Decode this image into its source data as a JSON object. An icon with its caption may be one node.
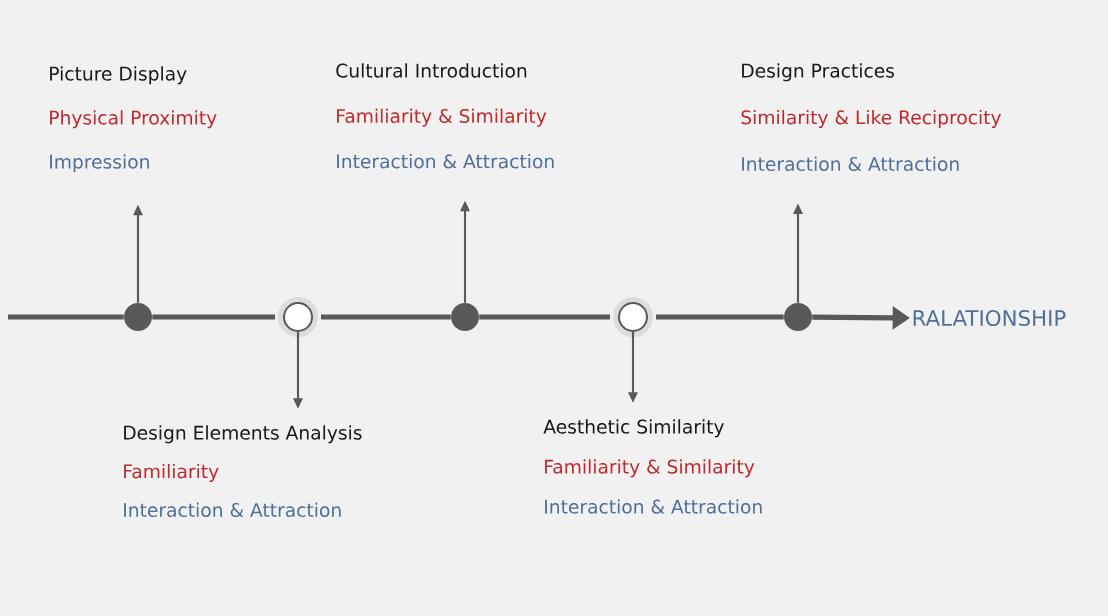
{
  "diagram": {
    "nodes": [
      {
        "text": [
          "Picture Display",
          "Physical Proximity",
          "Impression"
        ]
      },
      {
        "text": [
          "Cultural Introduction",
          "Familiarity & Similarity",
          "Interaction & Attraction"
        ]
      },
      {
        "text": [
          "Design Practices",
          "Similarity & Like Reciprocity",
          "Interaction & Attraction"
        ]
      },
      {
        "text": [],
        "shape": "circle"
      },
      {
        "text": [],
        "shape": "ring"
      },
      {
        "text": [],
        "shape": "circle"
      },
      {
        "text": [],
        "shape": "ring"
      },
      {
        "text": [],
        "shape": "circle"
      },
      {
        "text": [
          "RALATIONSHIP"
        ]
      },
      {
        "text": [
          "Design Elements Analysis",
          "Familiarity",
          "Interaction & Attraction"
        ]
      },
      {
        "text": [
          "Aesthetic Similarity",
          "Familiarity & Similarity",
          "Interaction & Attraction"
        ]
      }
    ],
    "edges": [
      {
        "from": null,
        "to": 3,
        "arrow": "none"
      },
      {
        "from": 3,
        "to": 4,
        "arrow": "none"
      },
      {
        "from": 4,
        "to": 5,
        "arrow": "none"
      },
      {
        "from": 5,
        "to": 6,
        "arrow": "none"
      },
      {
        "from": 6,
        "to": 7,
        "arrow": "none"
      },
      {
        "from": 7,
        "to": 8,
        "arrow": "to"
      },
      {
        "from": 3,
        "to": 0,
        "arrow": "to"
      },
      {
        "from": 4,
        "to": 9,
        "arrow": "to"
      },
      {
        "from": 5,
        "to": 1,
        "arrow": "to"
      },
      {
        "from": 6,
        "to": 10,
        "arrow": "to"
      },
      {
        "from": 7,
        "to": 2,
        "arrow": "to"
      }
    ]
  }
}
